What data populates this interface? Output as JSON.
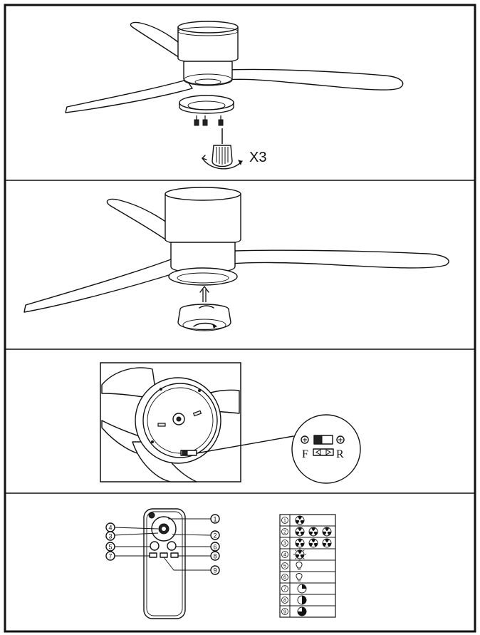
{
  "step1": {
    "quantity_label": "X3"
  },
  "step3": {
    "switch_forward_label": "F",
    "switch_reverse_label": "R"
  },
  "remote": {
    "callouts": [
      "1",
      "2",
      "3",
      "4",
      "5",
      "6",
      "7",
      "8",
      "9"
    ]
  },
  "function_table": {
    "rows": [
      {
        "num": "1",
        "icon": "fan-1"
      },
      {
        "num": "2",
        "icon": "fan-3"
      },
      {
        "num": "3",
        "icon": "fan-3"
      },
      {
        "num": "4",
        "icon": "fan-off"
      },
      {
        "num": "5",
        "icon": "bulb"
      },
      {
        "num": "6",
        "icon": "bulb"
      },
      {
        "num": "7",
        "icon": "timer-1"
      },
      {
        "num": "8",
        "icon": "timer-2"
      },
      {
        "num": "9",
        "icon": "timer-3"
      }
    ]
  }
}
